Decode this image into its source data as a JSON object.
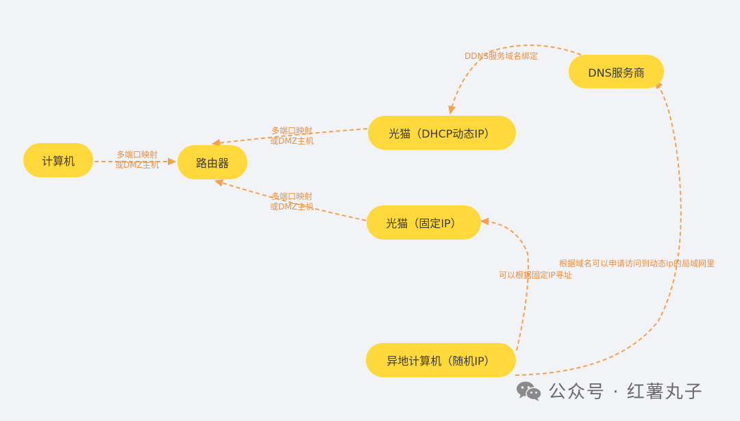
{
  "colors": {
    "node_fill": "#ffd93b",
    "edge": "#f5a04d",
    "label": "#f08c3a",
    "background": "#f2f3f7"
  },
  "nodes": {
    "computer": "计算机",
    "router": "路由器",
    "modem_dhcp": "光猫（DHCP动态IP）",
    "modem_static": "光猫（固定IP）",
    "dns_provider": "DNS服务商",
    "remote_computer": "异地计算机（随机IP）"
  },
  "edges": {
    "computer_router": {
      "line1": "多端口映射",
      "line2": "或DMZ主机"
    },
    "dhcp_router": {
      "line1": "多端口映射",
      "line2": "或DMZ主机"
    },
    "static_router": {
      "line1": "多端口映射",
      "line2": "或DMZ主机"
    },
    "dns_dhcp": "DDNS服务域名绑定",
    "remote_static": "可以根据固定IP寻址",
    "remote_dns": "根据域名可以申请访问到动态ip的局域网里"
  },
  "watermark": {
    "icon": "wechat-icon",
    "text": "公众号 · 红薯丸子"
  }
}
